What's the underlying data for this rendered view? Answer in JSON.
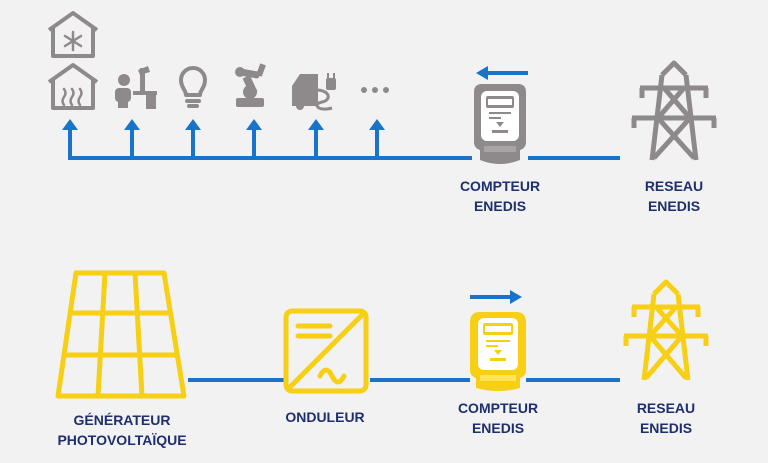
{
  "consumption": {
    "meter_label": [
      "COMPTEUR",
      "ENEDIS"
    ],
    "grid_label": [
      "RESEAU",
      "ENEDIS"
    ],
    "appliances": [
      "heating-house-icon",
      "desk-worker-icon",
      "light-bulb-icon",
      "robot-arm-icon",
      "electric-car-icon",
      "more-dots-icon"
    ],
    "flow": "grid-to-home"
  },
  "production": {
    "generator_label": [
      "GÉNÉRATEUR",
      "PHOTOVOLTAÏQUE"
    ],
    "inverter_label": "ONDULEUR",
    "meter_label": [
      "COMPTEUR",
      "ENEDIS"
    ],
    "grid_label": [
      "RESEAU",
      "ENEDIS"
    ],
    "flow": "home-to-grid"
  },
  "colors": {
    "background": "#f2f2f2",
    "line": "#1a73c8",
    "grey_icon": "#8e8a8b",
    "yellow_icon": "#f7cf14",
    "text": "#1f2f6d"
  }
}
